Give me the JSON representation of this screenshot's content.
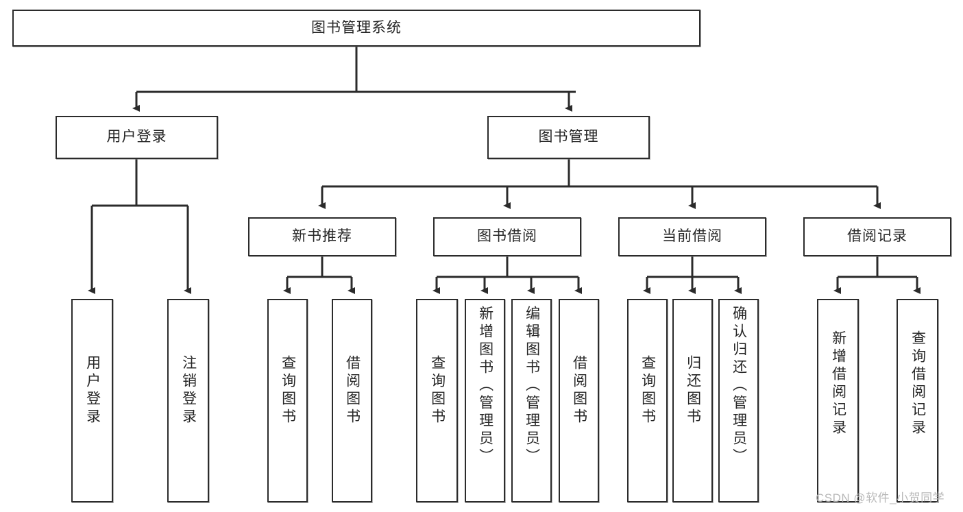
{
  "diagram": {
    "type": "tree-hierarchy",
    "title": "图书管理系统",
    "watermark": "CSDN @软件_小贺同学",
    "colors": {
      "box_border": "#2b2b2b",
      "box_fill": "#ffffff",
      "connector": "#2b2b2b",
      "text": "#262626",
      "watermark": "#b9b9b9"
    },
    "nodes": {
      "root": {
        "label": "图书管理系统"
      },
      "level2": [
        {
          "label": "用户登录"
        },
        {
          "label": "图书管理"
        }
      ],
      "level3": [
        {
          "label": "新书推荐"
        },
        {
          "label": "图书借阅"
        },
        {
          "label": "当前借阅"
        },
        {
          "label": "借阅记录"
        }
      ],
      "leaves": {
        "user_login": [
          {
            "label": "用户登录"
          },
          {
            "label": "注销登录"
          }
        ],
        "new_book_recommend": [
          {
            "label": "查询图书"
          },
          {
            "label": "借阅图书"
          }
        ],
        "book_borrow": [
          {
            "label": "查询图书"
          },
          {
            "label": "新增图书（管理员）"
          },
          {
            "label": "编辑图书（管理员）"
          },
          {
            "label": "借阅图书"
          }
        ],
        "current_borrow": [
          {
            "label": "查询图书"
          },
          {
            "label": "归还图书"
          },
          {
            "label": "确认归还（管理员）"
          }
        ],
        "borrow_record": [
          {
            "label": "新增借阅记录"
          },
          {
            "label": "查询借阅记录"
          }
        ]
      }
    }
  }
}
